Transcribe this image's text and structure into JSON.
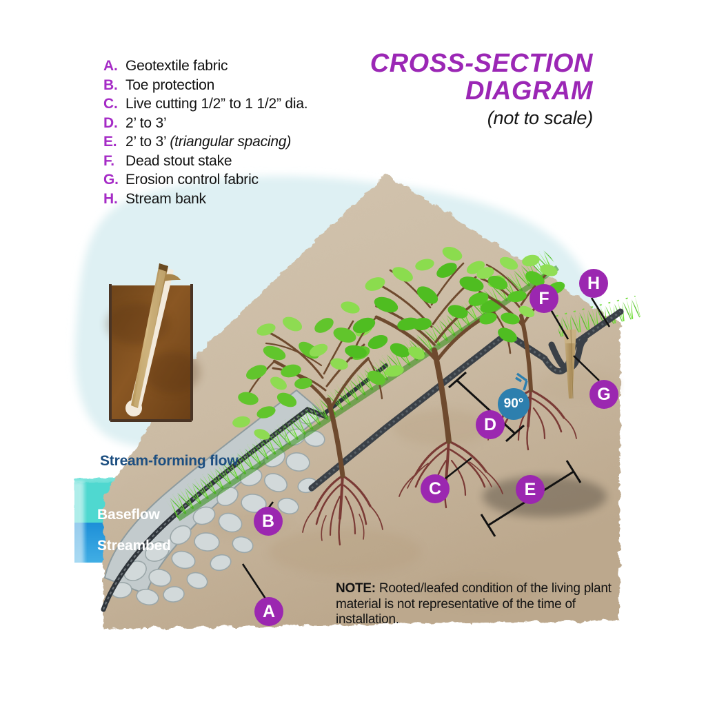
{
  "title": {
    "line1": "CROSS-SECTION",
    "line2": "DIAGRAM",
    "subtitle": "(not to scale)"
  },
  "legend": {
    "items": [
      {
        "letter": "A.",
        "label": "Geotextile fabric"
      },
      {
        "letter": "B.",
        "label": "Toe protection"
      },
      {
        "letter": "C.",
        "label": "Live cutting 1/2” to 1 1/2” dia."
      },
      {
        "letter": "D.",
        "label": "2’ to 3’"
      },
      {
        "letter": "E.",
        "label": "2’ to 3’ (triangular spacing)"
      },
      {
        "letter": "F.",
        "label": "Dead stout stake"
      },
      {
        "letter": "G.",
        "label": "Erosion control fabric"
      },
      {
        "letter": "H.",
        "label": "Stream bank"
      }
    ]
  },
  "water_labels": {
    "stream_forming_flow": "Stream-forming flow",
    "baseflow": "Baseflow",
    "streambed": "Streambed"
  },
  "markers": {
    "a": "A",
    "b": "B",
    "c": "C",
    "d": "D",
    "e": "E",
    "f": "F",
    "g": "G",
    "h": "H"
  },
  "angle": {
    "value": "90°"
  },
  "note": {
    "prefix": "NOTE:",
    "text": " Rooted/leafed condition of the living plant material is not representative of the time of installation."
  },
  "colors": {
    "marker_purple": "#9B27B0",
    "title_purple": "#9B27B5",
    "legend_letter_purple": "#A52BC6",
    "angle_blue": "#2D7FAE",
    "stream_forming_text": "#1C4E80",
    "baseflow_water": "#4FD8D0",
    "streambed_water": "#1F96DC",
    "soil_tan": "#CBBBA4",
    "grass_green": "#5DD322",
    "geotextile_dark": "#3A4046",
    "root_brown": "#7A3A35",
    "stake_tan": "#B79C6E",
    "sky_blue": "#DDF0F2",
    "stone_gray": "#BFC6C8",
    "inset_soil": "#7A4A22"
  }
}
